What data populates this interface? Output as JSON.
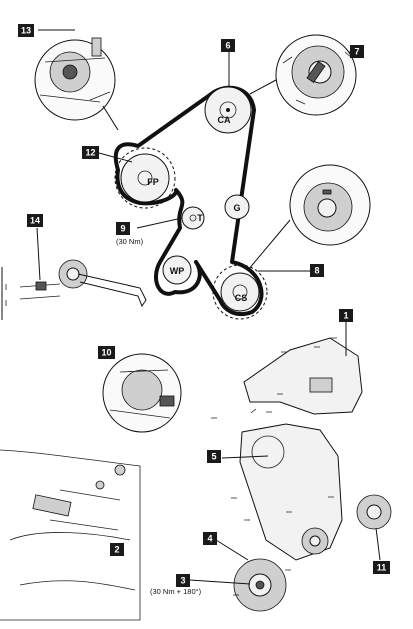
{
  "callouts": {
    "c1": "1",
    "c2": "2",
    "c3": "3",
    "c4": "4",
    "c5": "5",
    "c6": "6",
    "c7": "7",
    "c8": "8",
    "c9": "9",
    "c10": "10",
    "c11": "11",
    "c12": "12",
    "c13": "13",
    "c14": "14"
  },
  "pulley_labels": {
    "camshaft": "CA",
    "fuel_pump": "FP",
    "tensioner": "T",
    "guide": "G",
    "water_pump": "WP",
    "crankshaft": "CS"
  },
  "torque_notes": {
    "tensioner_bolt": "(30 Nm)",
    "crank_bolt": "(30 Nm + 180°)"
  }
}
